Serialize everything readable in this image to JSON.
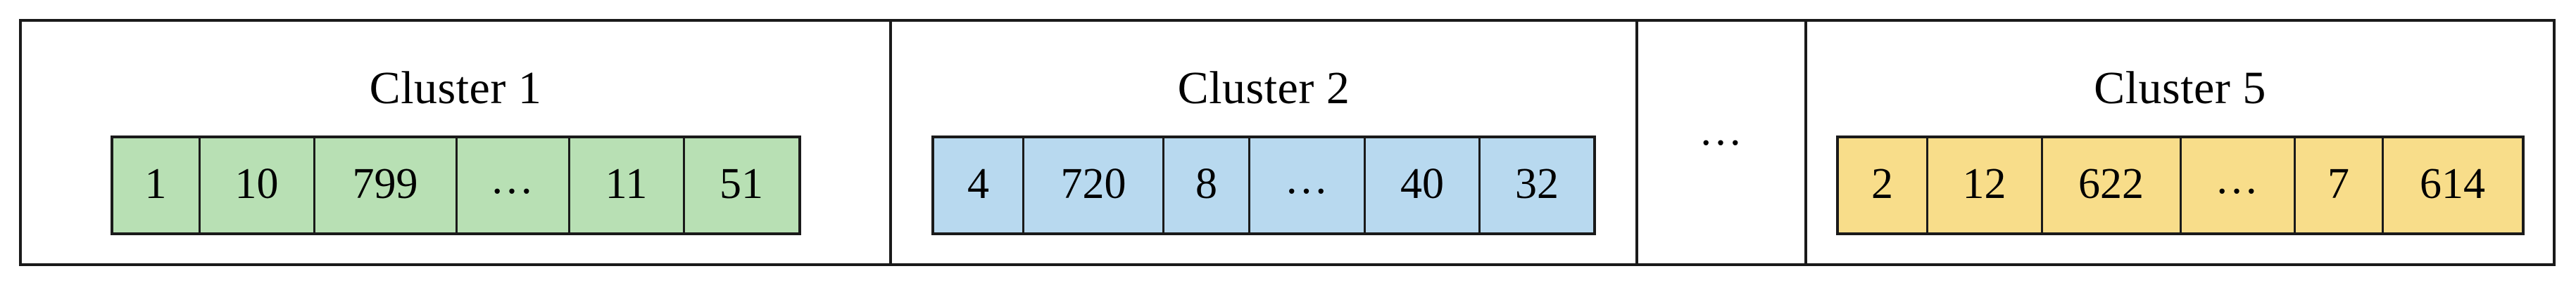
{
  "figure": {
    "type": "cluster-blocks-diagram",
    "frame_border_color": "#1a1a1a",
    "background": "#ffffff",
    "ellipsis_glyph": "…"
  },
  "panels": [
    {
      "kind": "cluster",
      "title": "Cluster 1",
      "fill": "#b8e0b4",
      "cells": [
        {
          "value": "1",
          "is_ellipsis": false
        },
        {
          "value": "10",
          "is_ellipsis": false
        },
        {
          "value": "799",
          "is_ellipsis": false
        },
        {
          "value": "…",
          "is_ellipsis": true
        },
        {
          "value": "11",
          "is_ellipsis": false
        },
        {
          "value": "51",
          "is_ellipsis": false
        }
      ]
    },
    {
      "kind": "cluster",
      "title": "Cluster 2",
      "fill": "#b8d9ef",
      "cells": [
        {
          "value": "4",
          "is_ellipsis": false
        },
        {
          "value": "720",
          "is_ellipsis": false
        },
        {
          "value": "8",
          "is_ellipsis": false
        },
        {
          "value": "…",
          "is_ellipsis": true
        },
        {
          "value": "40",
          "is_ellipsis": false
        },
        {
          "value": "32",
          "is_ellipsis": false
        }
      ]
    },
    {
      "kind": "gap",
      "title": "",
      "label": "…"
    },
    {
      "kind": "cluster",
      "title": "Cluster 5",
      "fill": "#f8dd8a",
      "cells": [
        {
          "value": "2",
          "is_ellipsis": false
        },
        {
          "value": "12",
          "is_ellipsis": false
        },
        {
          "value": "622",
          "is_ellipsis": false
        },
        {
          "value": "…",
          "is_ellipsis": true
        },
        {
          "value": "7",
          "is_ellipsis": false
        },
        {
          "value": "614",
          "is_ellipsis": false
        }
      ]
    }
  ]
}
